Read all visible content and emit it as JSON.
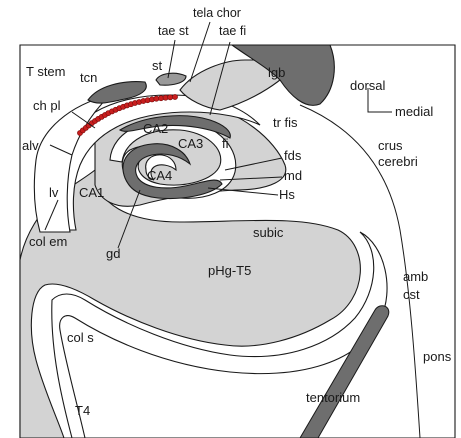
{
  "labels": {
    "tela_chor": "tela chor",
    "tae_st": "tae st",
    "tae_fi": "tae fi",
    "t_stem": "T stem",
    "tcn": "tcn",
    "st": "st",
    "lgb": "lgb",
    "dorsal": "dorsal",
    "medial": "medial",
    "ch_pl": "ch pl",
    "ca2": "CA2",
    "tr_fis": "tr fis",
    "alv": "alv",
    "ca3": "CA3",
    "fi": "fi",
    "crus_cerebri": [
      "crus",
      "cerebri"
    ],
    "fds": "fds",
    "ca4": "CA4",
    "md": "md",
    "lv": "lv",
    "ca1": "CA1",
    "hs": "Hs",
    "subic": "subic",
    "col_em": "col em",
    "gd": "gd",
    "phg_t5": "pHg-T5",
    "amb_cst": [
      "amb",
      "cst"
    ],
    "col_s": "col s",
    "pons": "pons",
    "tentorium": "tentorium",
    "t4": "T4"
  },
  "colors": {
    "dark_gray": "#6e6e6e",
    "mid_gray": "#9a9a9a",
    "light_gray": "#d3d3d3",
    "choroid_red": "#c81e1e",
    "outline": "#1a1a1a"
  }
}
